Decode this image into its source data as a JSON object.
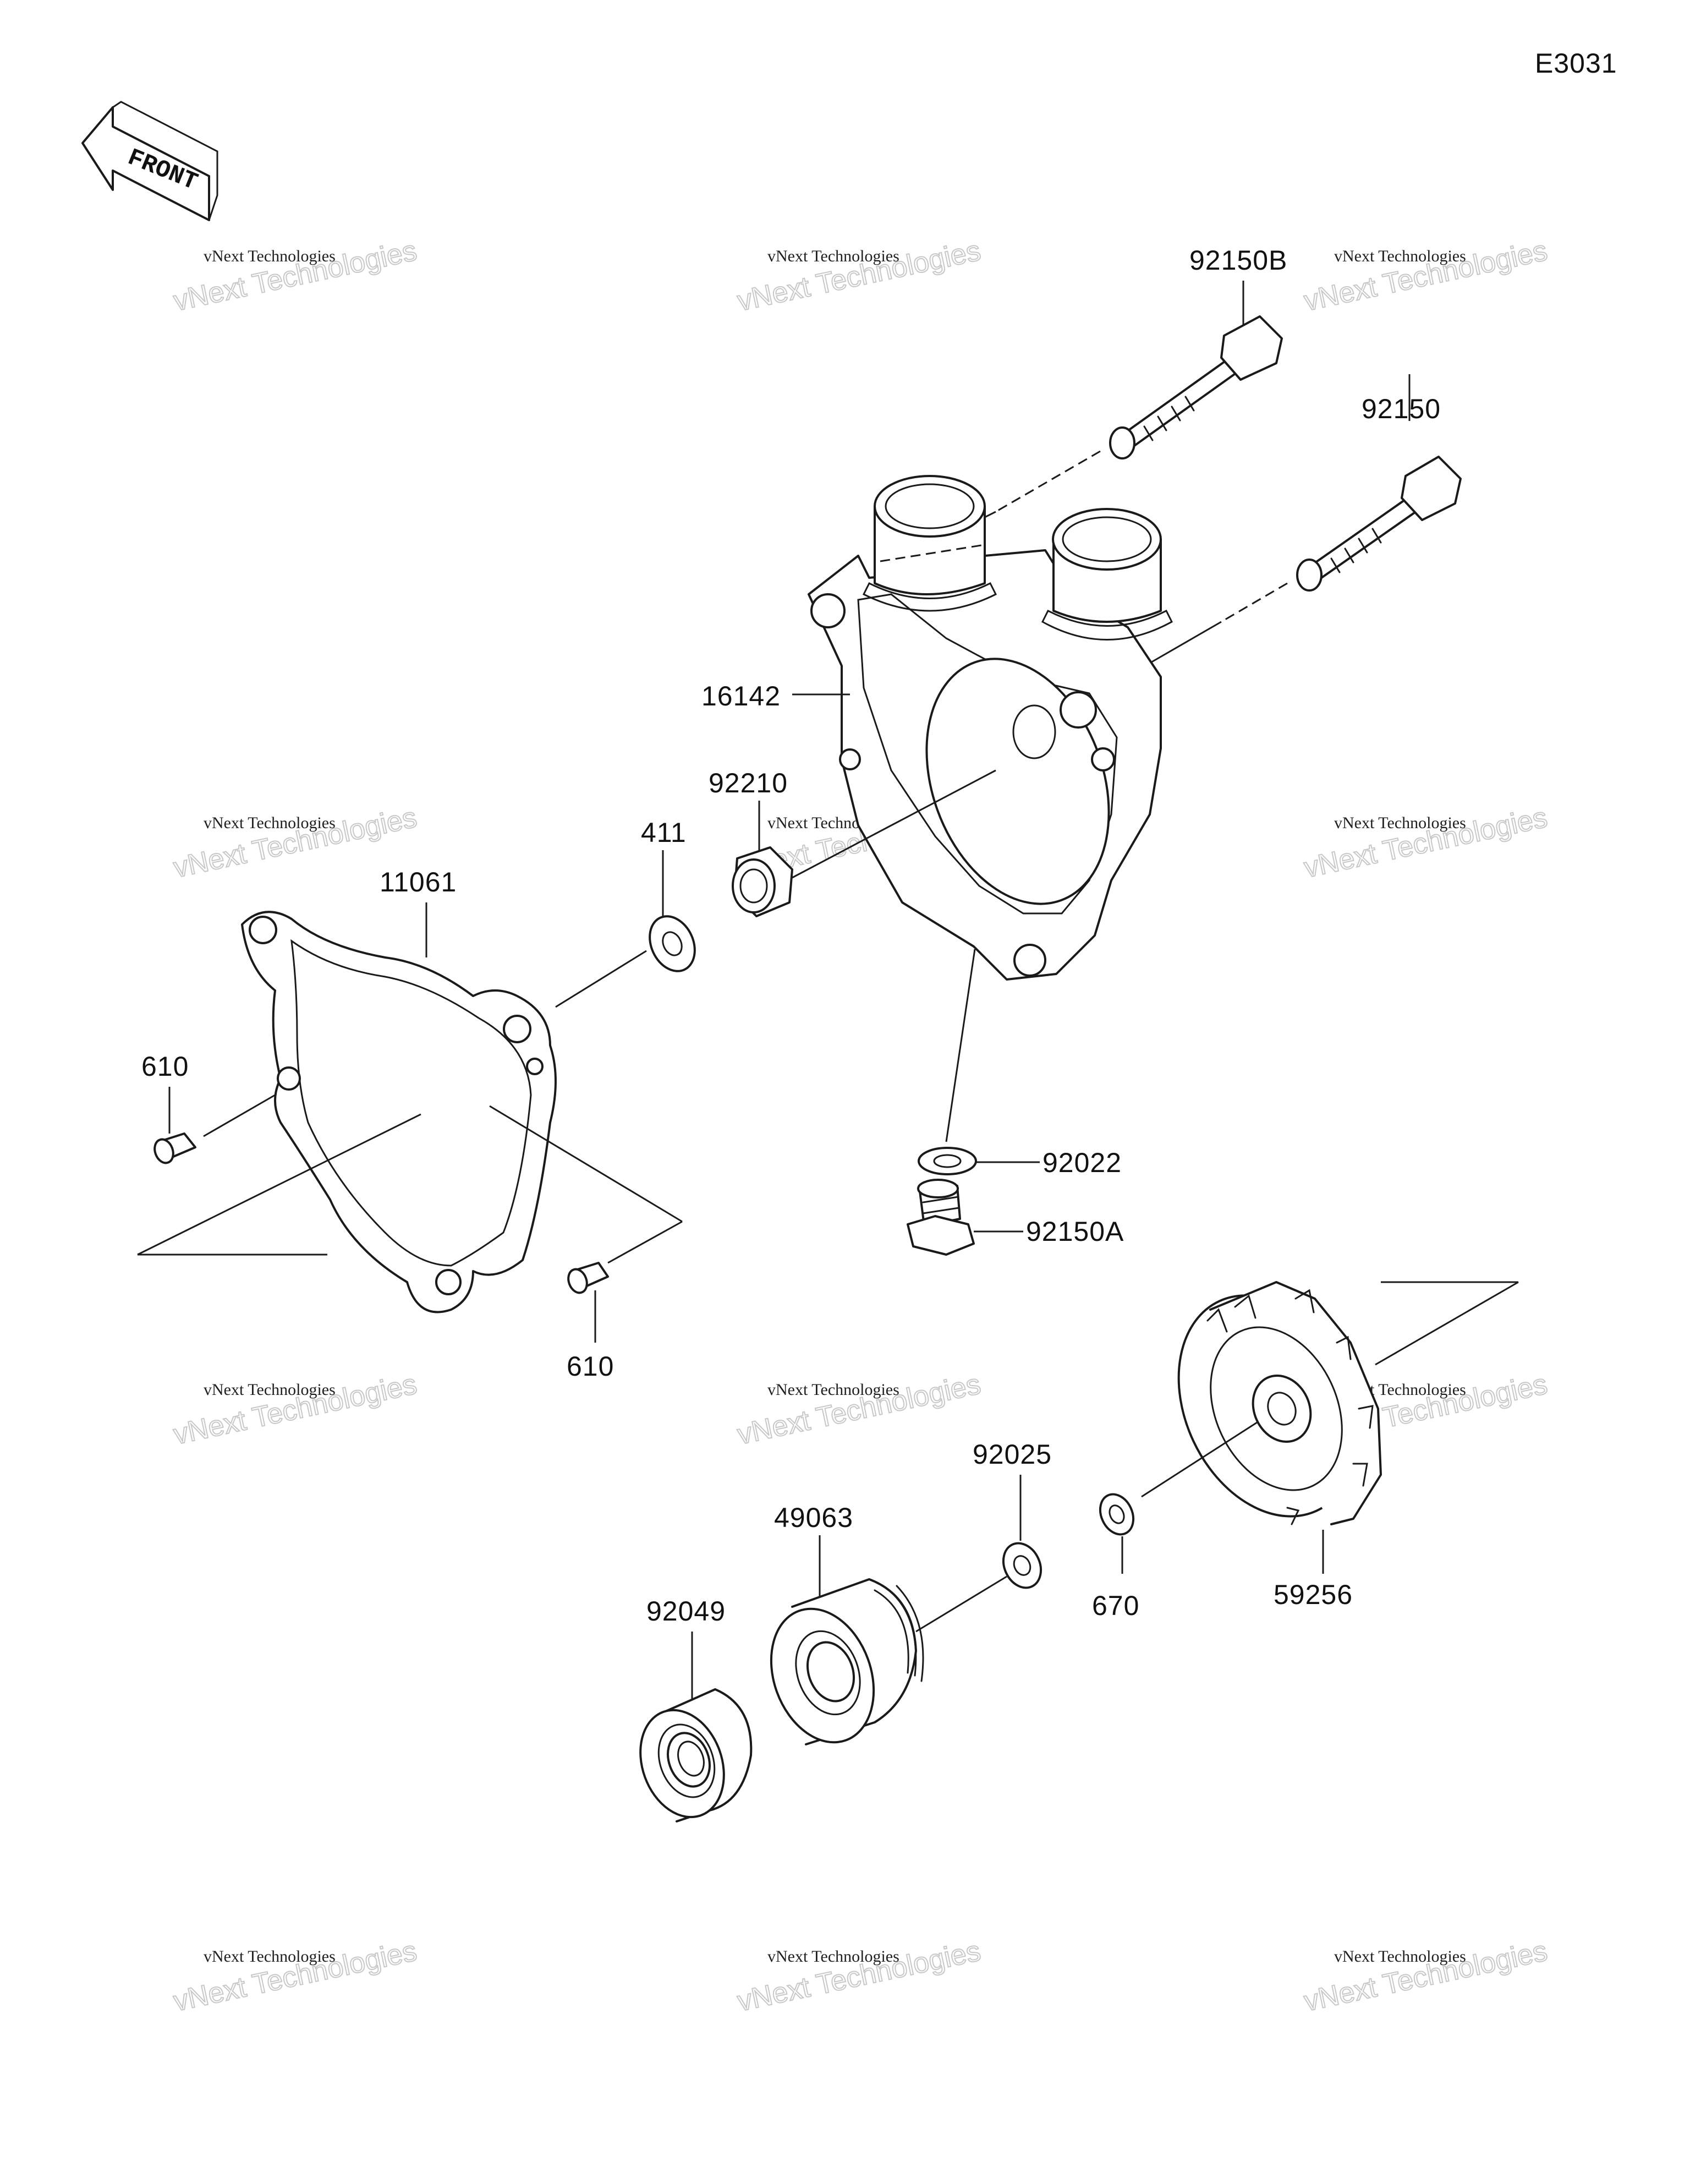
{
  "diagram_code": "E3031",
  "direction_label": "FRONT",
  "watermark": {
    "line1": "vNext Technologies",
    "line2": "vNext Technologies"
  },
  "parts": {
    "bolt_b": "92150B",
    "bolt": "92150",
    "cover": "16142",
    "nut": "92210",
    "washer_411": "411",
    "gasket": "11061",
    "dowel_left": "610",
    "dowel_right": "610",
    "washer_92022": "92022",
    "drain_bolt": "92150A",
    "impeller": "59256",
    "washer_670": "670",
    "washer_92025": "92025",
    "mech_seal": "49063",
    "oil_seal": "92049"
  }
}
